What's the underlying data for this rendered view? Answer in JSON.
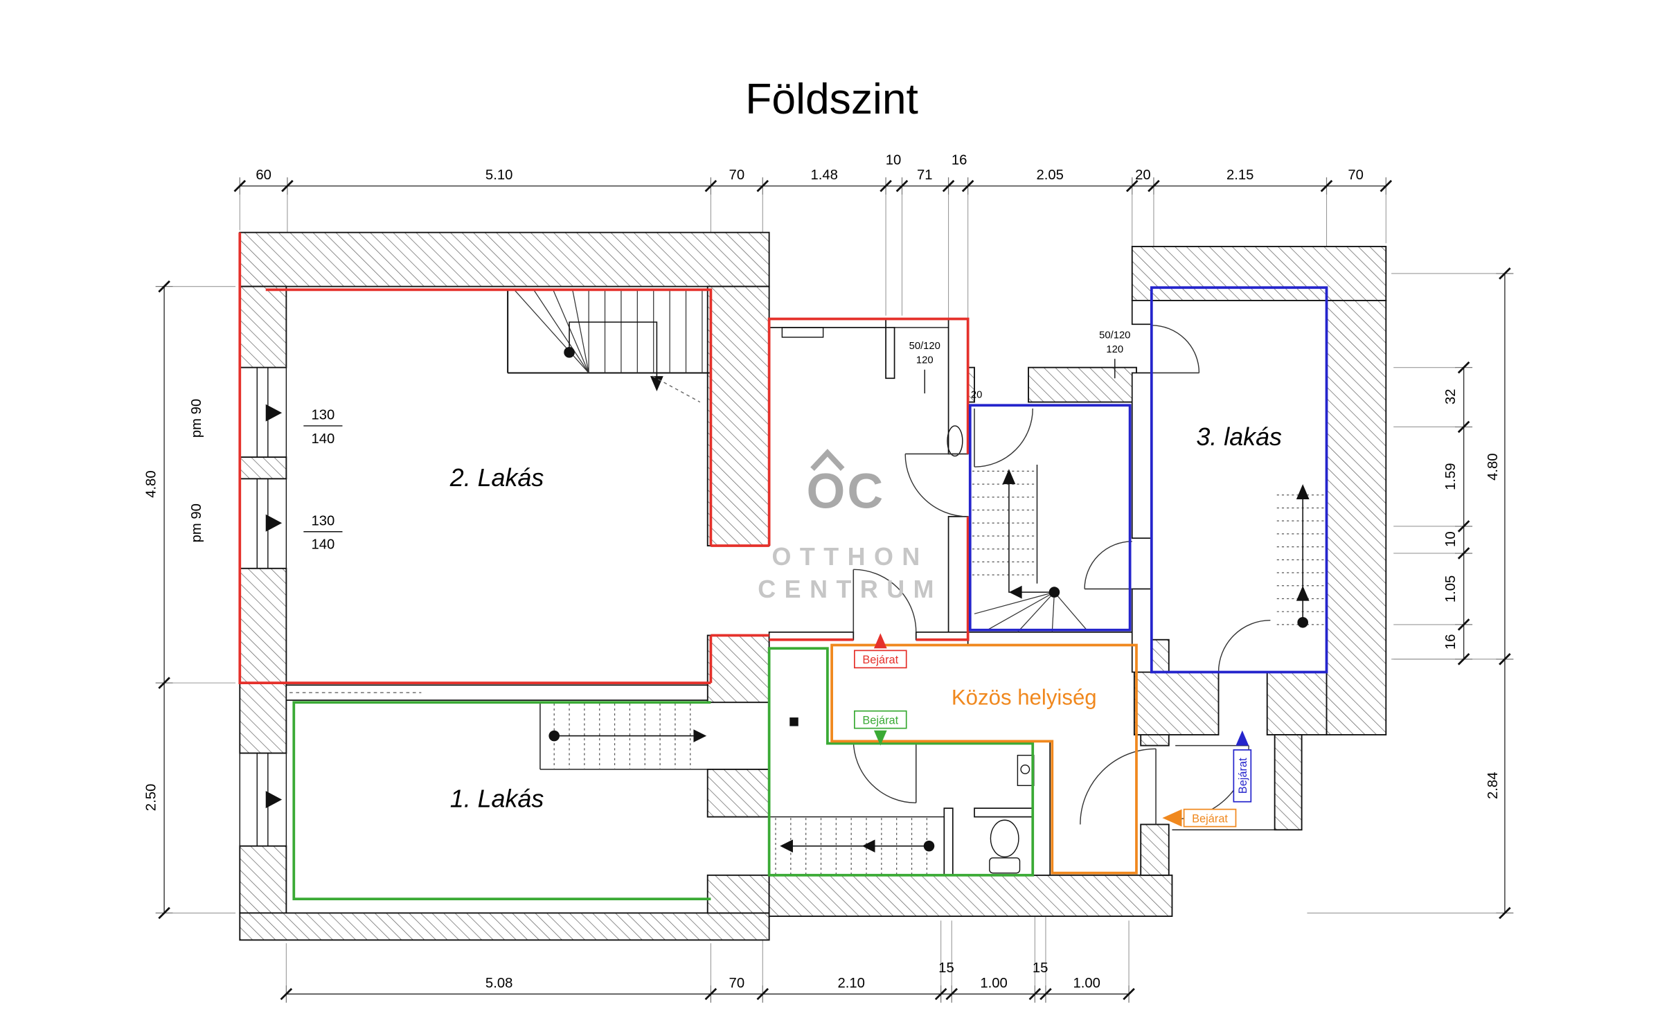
{
  "title": "Földszint",
  "watermark": {
    "logo": "OC",
    "line1": "OTTHON",
    "line2": "CENTRUM"
  },
  "rooms": {
    "apartment1": "1. Lakás",
    "apartment2": "2. Lakás",
    "apartment3": "3. lakás",
    "common": "Közös helyiség"
  },
  "entrance": "Bejárat",
  "colors": {
    "apartment1": "#3aaa35",
    "apartment2": "#e5312b",
    "apartment3": "#2525cc",
    "common": "#f0881e"
  },
  "dims": {
    "top": [
      "60",
      "5.10",
      "70",
      "1.48",
      "10",
      "71",
      "16",
      "2.05",
      "20",
      "2.15",
      "70"
    ],
    "bottom": [
      "5.08",
      "70",
      "2.10",
      "15",
      "1.00",
      "15",
      "1.00"
    ],
    "left": [
      "4.80",
      "2.50"
    ],
    "right_inner": [
      "32",
      "1.59",
      "10",
      "1.05",
      "16"
    ],
    "right_outer": [
      "4.80",
      "2.84"
    ],
    "pm": [
      "pm 90",
      "pm 90"
    ],
    "window1": [
      "130",
      "140"
    ],
    "window2": [
      "130",
      "140"
    ],
    "lintel1": [
      "50/120",
      "120"
    ],
    "lintel2": [
      "50/120",
      "120"
    ],
    "wall": "20"
  }
}
